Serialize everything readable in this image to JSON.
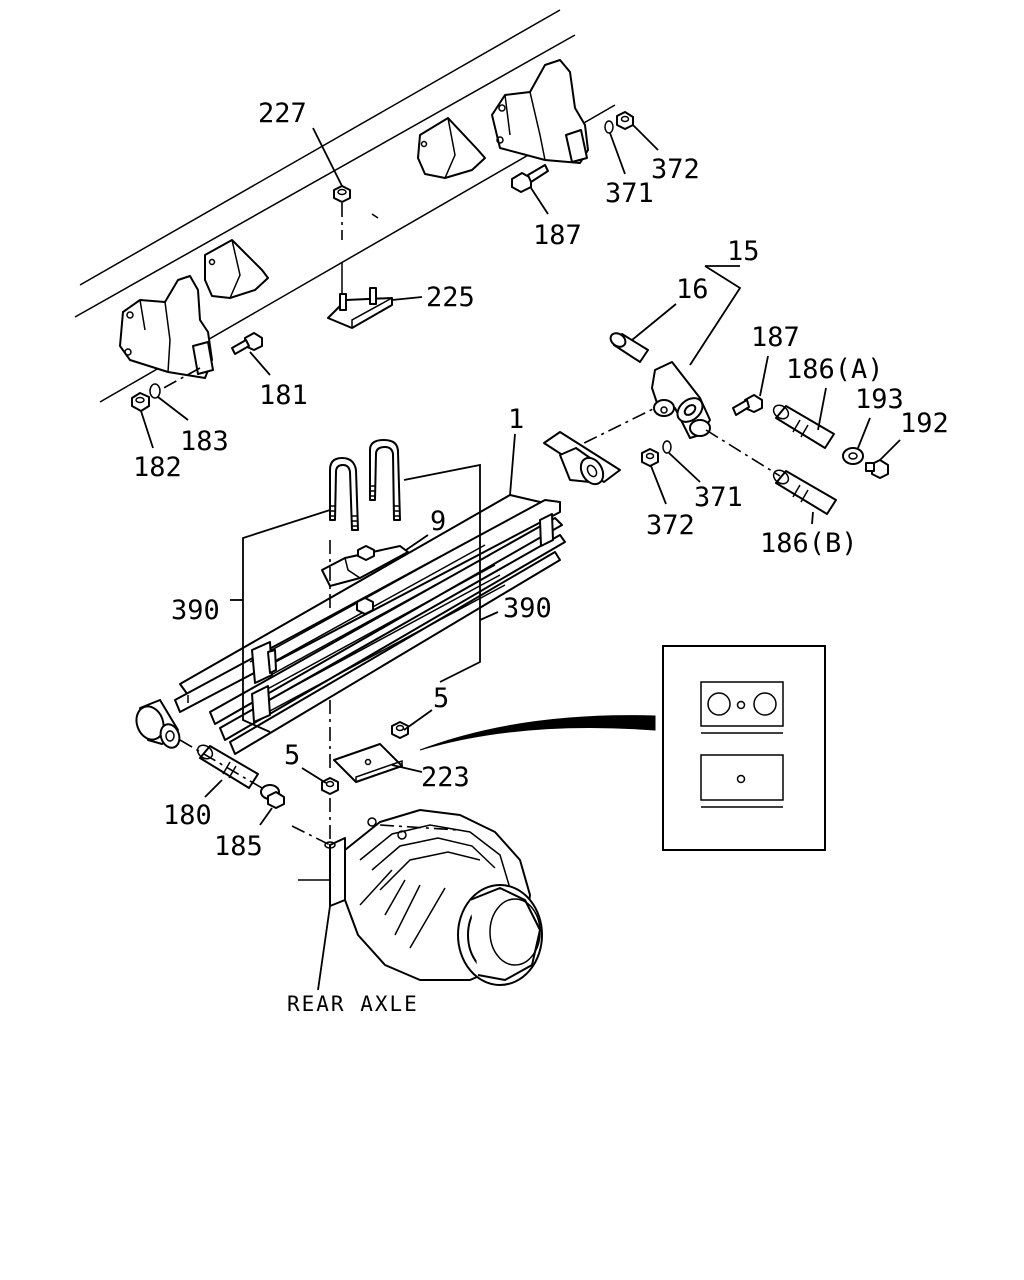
{
  "diagram": {
    "caption": "REAR AXLE",
    "callouts": {
      "c227": "227",
      "c372_top": "372",
      "c371_top": "371",
      "c187_top": "187",
      "c225": "225",
      "c15": "15",
      "c16": "16",
      "c187_right": "187",
      "c186a": "186(A)",
      "c193": "193",
      "c192": "192",
      "c181": "181",
      "c183": "183",
      "c182": "182",
      "c1": "1",
      "c371_right": "371",
      "c372_right": "372",
      "c186b": "186(B)",
      "c9": "9",
      "c390_left": "390",
      "c390_right": "390",
      "c5_upper": "5",
      "c5_lower": "5",
      "c223": "223",
      "c180": "180",
      "c185": "185"
    }
  }
}
